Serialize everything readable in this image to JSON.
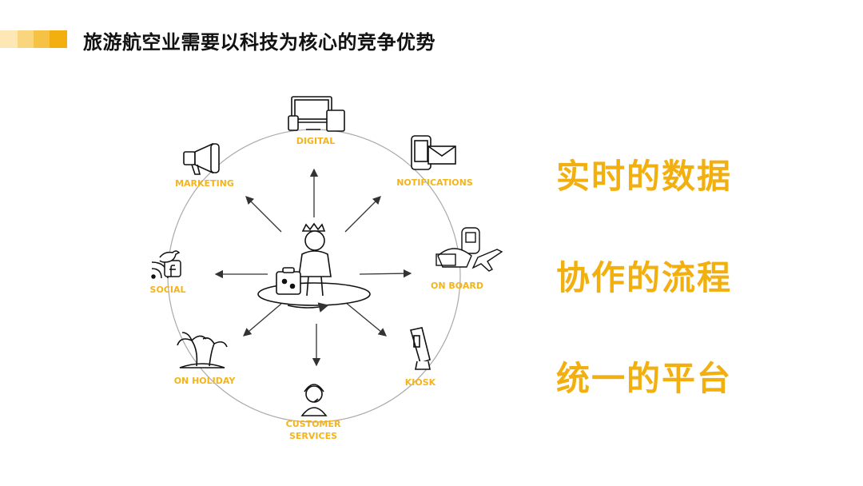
{
  "header": {
    "title": "旅游航空业需要以科技为核心的竞争优势",
    "bar_colors": [
      "#FCE7B5",
      "#F9D57E",
      "#F6C245",
      "#F3AE10"
    ]
  },
  "diagram": {
    "accent_color": "#F4B41A",
    "nodes": [
      {
        "id": "digital",
        "label": "DIGITAL",
        "icon": "devices-icon"
      },
      {
        "id": "notifications",
        "label": "NOTIFICATIONS",
        "icon": "phone-mail-icon"
      },
      {
        "id": "on_board",
        "label": "ON BOARD",
        "icon": "airplane-icon"
      },
      {
        "id": "kiosk",
        "label": "KIOSK",
        "icon": "kiosk-icon"
      },
      {
        "id": "customer_services",
        "label_line1": "CUSTOMER",
        "label_line2": "SERVICES",
        "icon": "headset-agent-icon"
      },
      {
        "id": "on_holiday",
        "label": "ON HOLIDAY",
        "icon": "palm-island-icon"
      },
      {
        "id": "social",
        "label": "SOCIAL",
        "icon": "social-icon"
      },
      {
        "id": "marketing",
        "label": "MARKETING",
        "icon": "megaphone-icon"
      }
    ],
    "center": {
      "icon": "king-traveler-icon"
    }
  },
  "points": [
    "实时的数据",
    "协作的流程",
    "统一的平台"
  ]
}
